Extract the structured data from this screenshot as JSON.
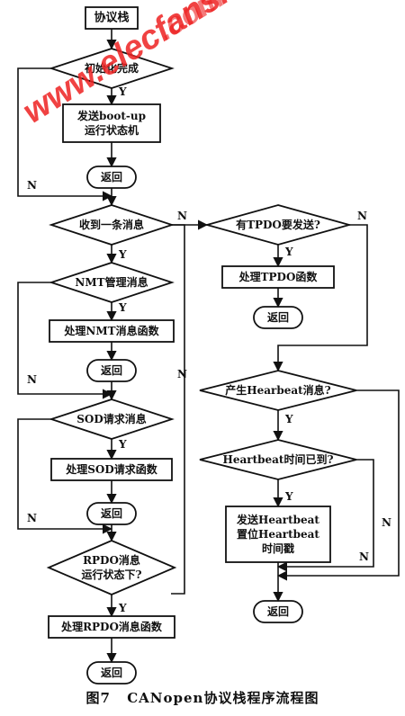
{
  "nodes": {
    "start": "协议栈",
    "init_done": "初始化完成",
    "bootup": "发送boot-up\n运行状态机",
    "ret1": "返回",
    "recv_msg": "收到一条消息",
    "nmt_msg": "NMT管理消息",
    "nmt_proc": "处理NMT消息函数",
    "ret2": "返回",
    "sod_req": "SOD请求消息",
    "sod_proc": "处理SOD请求函数",
    "ret3": "返回",
    "rpdo_msg": "RPDO消息\n运行状态下?",
    "rpdo_proc": "处理RPDO消息函数",
    "ret4": "返回",
    "tpdo_send": "有TPDO要发送?",
    "tpdo_proc": "处理TPDO函数",
    "ret5": "返回",
    "hb_gen": "产生Hearbeat消息?",
    "hb_time": "Heartbeat时间已到?",
    "hb_send": "发送Heartbeat\n置位Heartbeat\n时间戳",
    "ret6": "返回"
  },
  "labels": {
    "yes": "Y",
    "no": "N"
  },
  "caption": {
    "figure": "图7",
    "title": "CANopen协议栈程序流程图"
  },
  "watermark": {
    "text1": "www.elecfans.com",
    "text2": ".com"
  }
}
